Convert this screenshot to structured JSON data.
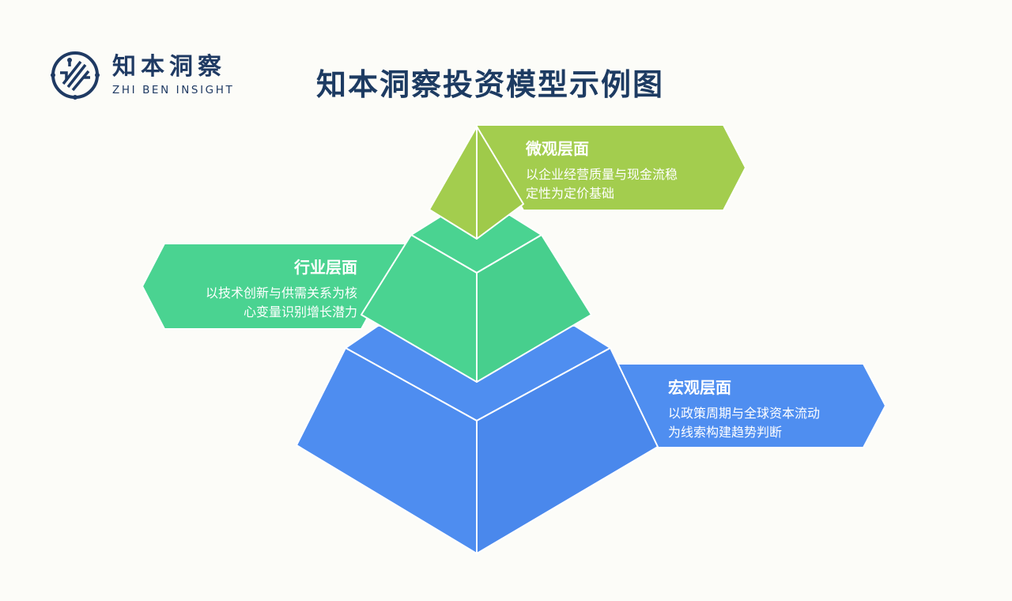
{
  "logo": {
    "name_cn": "知本洞察",
    "name_en": "ZHI BEN INSIGHT"
  },
  "title": "知本洞察投资模型示例图",
  "levels": [
    {
      "heading": "微观层面",
      "desc_lines": [
        "以企业经营质量与现金流稳",
        "定性为定价基础"
      ],
      "color": "#a3cd4e"
    },
    {
      "heading": "行业层面",
      "desc_lines": [
        "以技术创新与供需关系为核",
        "心变量识别增长潜力"
      ],
      "color": "#4ad391"
    },
    {
      "heading": "宏观层面",
      "desc_lines": [
        "以政策周期与全球资本流动",
        "为线索构建趋势判断"
      ],
      "color": "#4f8ef0"
    }
  ]
}
